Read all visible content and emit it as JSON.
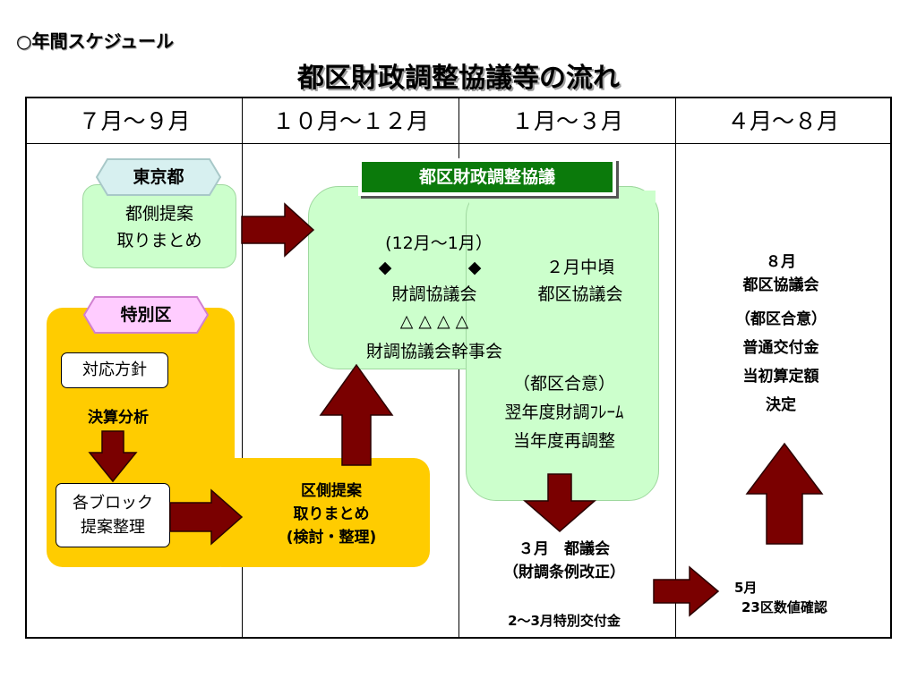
{
  "page": {
    "heading": "○年間スケジュール",
    "title": "都区財政調整協議等の流れ"
  },
  "columns": [
    "７月～９月",
    "１０月～１２月",
    "１月～３月",
    "４月～８月"
  ],
  "tokyo": {
    "label": "東京都",
    "task_lines": [
      "都側提案",
      "取りまとめ"
    ]
  },
  "tokubetsuku": {
    "label": "特別区",
    "policy": "対応方針",
    "analysis": "決算分析",
    "block_lines": [
      "各ブロック",
      "提案整理"
    ],
    "ward_proposal_lines": [
      "区側提案",
      "取りまとめ",
      "(検討・整理)"
    ]
  },
  "council": {
    "label": "都区財政調整協議",
    "period": "(12月～1月）",
    "diamonds": [
      "◆",
      "◆"
    ],
    "council_meeting": "財調協議会",
    "triangles": "△ △ △ △",
    "secretariat": "財調協議会幹事会",
    "feb_lines": [
      "２月中頃",
      "都区協議会"
    ],
    "agreement_lines": [
      "（都区合意）",
      "翌年度財調ﾌﾚｰﾑ",
      "当年度再調整"
    ]
  },
  "march": {
    "lines": [
      "３月　都議会",
      "（財調条例改正）"
    ],
    "special_grant": "2～3月特別交付金"
  },
  "may": {
    "lines": [
      "5月",
      "23区数値確認"
    ]
  },
  "august": {
    "lines": [
      "８月",
      "都区協議会"
    ],
    "decision_lines": [
      "（都区合意）",
      "普通交付金",
      "当初算定額",
      "決定"
    ]
  },
  "colors": {
    "arrow": "#7a0000",
    "arrow_outline": "#2a0000",
    "green_box": "#ccffcc",
    "tokyo_pill": "#d7f0f0",
    "ward_area": "#ffcc00",
    "ward_pill": "#ffccff",
    "council_header": "#0b7a0b"
  }
}
